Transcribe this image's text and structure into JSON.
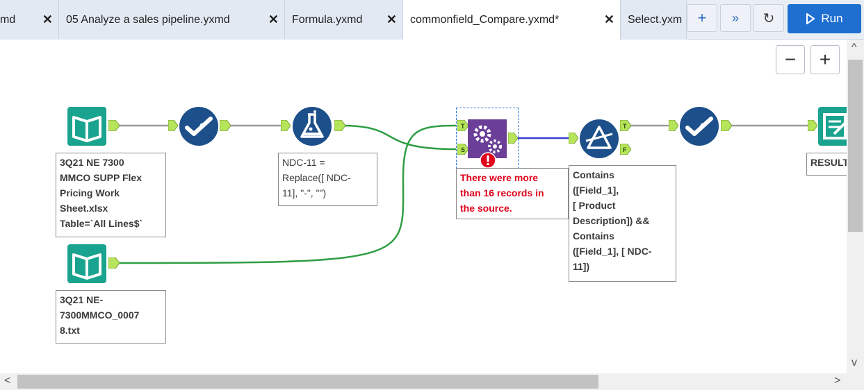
{
  "tabs": [
    {
      "label": "md"
    },
    {
      "label": "05 Analyze a sales pipeline.yxmd"
    },
    {
      "label": "Formula.yxmd"
    },
    {
      "label": "commonfield_Compare.yxmd*"
    },
    {
      "label": "Select.yxm"
    }
  ],
  "toolbar": {
    "add_tab": "+",
    "more_tabs": "»",
    "history": "↻",
    "run_label": "Run"
  },
  "zoom": {
    "minus": "−",
    "plus": "+"
  },
  "annotations": {
    "input1": "3Q21 NE 7300\nMMCO SUPP Flex\nPricing Work\nSheet.xlsx\nTable=`All Lines$`",
    "input2": "3Q21 NE-\n7300MMCO_0007\n8.txt",
    "formula": " NDC-11 =\nReplace([ NDC-\n11], \"-\", \"\")",
    "compare_error": "There were more\nthan 16 records in\nthe source.",
    "filter": "Contains\n([Field_1],\n[ Product\nDescription]) &&\nContains\n([Field_1], [ NDC-\n11])",
    "output": "RESULT"
  },
  "anchors": {
    "true": "T",
    "false": "F",
    "source": "S"
  },
  "colors": {
    "input_teal": "#1aa38e",
    "select_blue": "#1d4f8a",
    "formula_blue": "#1d4f8a",
    "compare_purple": "#6b3f97",
    "connector_green": "#2f9e44",
    "connector_blue": "#3d3dd6",
    "anchor_green": "#b6e45a",
    "error_red": "#e0001b"
  },
  "scroll": {
    "up": "^",
    "down": "v",
    "left": "<",
    "right": ">"
  }
}
